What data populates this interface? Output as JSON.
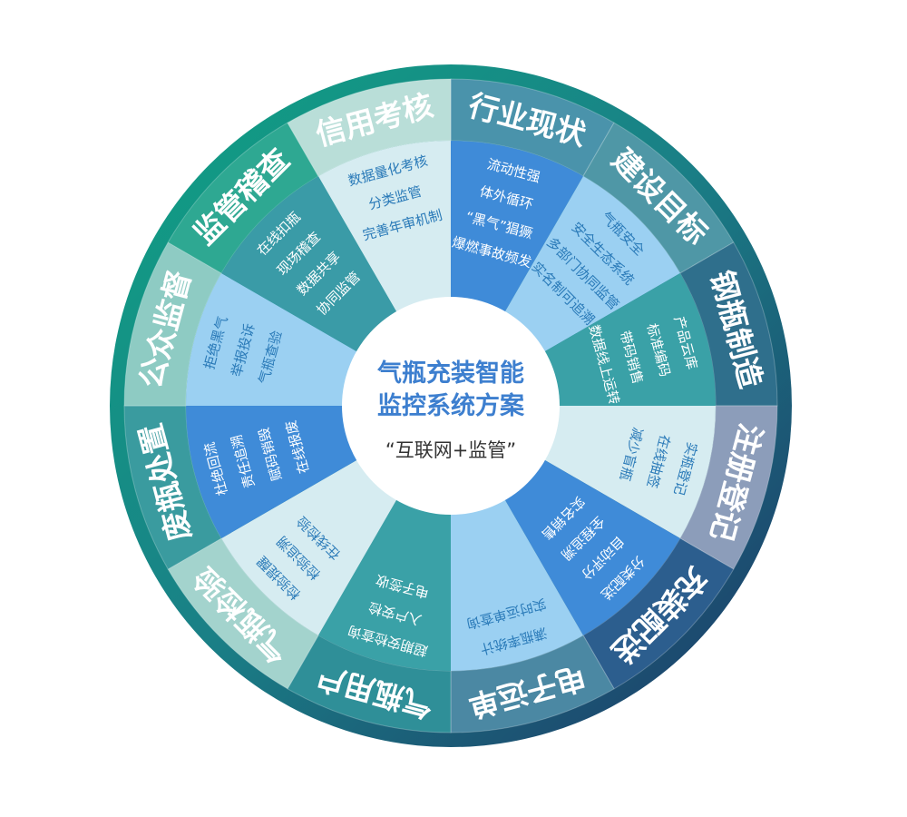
{
  "center": {
    "title_line1": "气瓶充装智能",
    "title_line2": "监控系统方案",
    "subtitle": "“互联网+监管”"
  },
  "colors": {
    "rim_start": "#0fa384",
    "rim_end": "#1d3566",
    "center_title": "#3d7fcf",
    "dark_item_text": "#ffffff",
    "light_item_text": "#2a7ab8"
  },
  "segments": [
    {
      "title": "行业现状",
      "outer": "#4a93ab",
      "inner": "#3f8bd8",
      "light": false,
      "items": [
        "流动性强",
        "体外循环",
        "“黑气”猖獗",
        "爆燃事故频发"
      ]
    },
    {
      "title": "建设目标",
      "outer": "#4f97a6",
      "inner": "#9bd0f2",
      "light": true,
      "items": [
        "气瓶安全",
        "安全生态系统",
        "多部门协同监管",
        "实名制可追溯"
      ]
    },
    {
      "title": "钢瓶制造",
      "outer": "#2f6f8c",
      "inner": "#3aa1a7",
      "light": false,
      "items": [
        "产品云库",
        "标准编码",
        "带码销售",
        "数据线上运转"
      ]
    },
    {
      "title": "注册登记",
      "outer": "#8c9dba",
      "inner": "#d6ecf1",
      "light": true,
      "items": [
        "实瓶登记",
        "在线抽签",
        "减少盲瓶"
      ]
    },
    {
      "title": "充装配送",
      "outer": "#2c5e8e",
      "inner": "#3f8bd8",
      "light": false,
      "items": [
        "分类配送",
        "自动评分",
        "全程追溯",
        "实名销售"
      ]
    },
    {
      "title": "电子运单",
      "outer": "#4b88a3",
      "inner": "#9bd0f2",
      "light": true,
      "items": [
        "满瓶率统计",
        "实时运单查询"
      ]
    },
    {
      "title": "气瓶用户",
      "outer": "#2f8f98",
      "inner": "#3aa1a7",
      "light": false,
      "items": [
        "超期安检查询",
        "入户安检",
        "电子签收"
      ]
    },
    {
      "title": "气瓶检验",
      "outer": "#a3d3cd",
      "inner": "#d6ecf1",
      "light": true,
      "items": [
        "检验提醒",
        "检验追溯",
        "在线检验"
      ]
    },
    {
      "title": "废瓶处置",
      "outer": "#3a9b9f",
      "inner": "#3f8bd8",
      "light": false,
      "items": [
        "杜绝回流",
        "责任追溯",
        "赋码销毁",
        "在线报废"
      ]
    },
    {
      "title": "公众监督",
      "outer": "#8ecbc3",
      "inner": "#9bd0f2",
      "light": true,
      "items": [
        "拒绝黑气",
        "举报投诉",
        "气瓶查验"
      ]
    },
    {
      "title": "监管稽查",
      "outer": "#2ea892",
      "inner": "#3a9ba7",
      "light": false,
      "items": [
        "在线扣瓶",
        "现场稽查",
        "数据共享",
        "协同监管"
      ]
    },
    {
      "title": "信用考核",
      "outer": "#b9ded8",
      "inner": "#d6ecf1",
      "light": true,
      "items": [
        "数据量化考核",
        "分类监管",
        "完善年审机制"
      ]
    }
  ]
}
